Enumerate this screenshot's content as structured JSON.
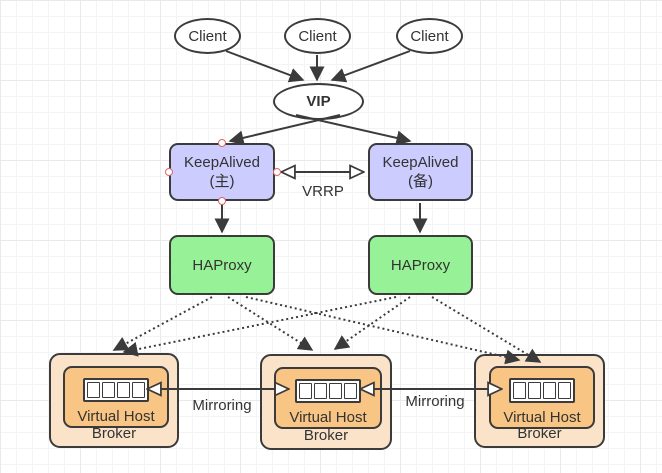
{
  "nodes": {
    "clients": [
      "Client",
      "Client",
      "Client"
    ],
    "vip": "VIP",
    "keepalived_primary": {
      "line1": "KeepAlived",
      "line2": "(主)"
    },
    "keepalived_backup": {
      "line1": "KeepAlived",
      "line2": "(备)"
    },
    "haproxy_left": "HAProxy",
    "haproxy_right": "HAProxy",
    "brokers": [
      {
        "inner_label": "Virtual Host",
        "label": "Broker"
      },
      {
        "inner_label": "Virtual Host",
        "label": "Broker"
      },
      {
        "inner_label": "Virtual Host",
        "label": "Broker"
      }
    ]
  },
  "edges": {
    "vrrp_label": "VRRP",
    "mirroring_labels": [
      "Mirroring",
      "Mirroring"
    ]
  },
  "colors": {
    "keepalived_fill": "#ccccff",
    "haproxy_fill": "#97f297",
    "broker_outer_fill": "#fbe3c9",
    "broker_inner_fill": "#f8c584",
    "stroke": "#3b3b3b",
    "text": "#333333",
    "connection_point_stroke": "#e06666",
    "canvas_grid": "#e9e9e9"
  }
}
